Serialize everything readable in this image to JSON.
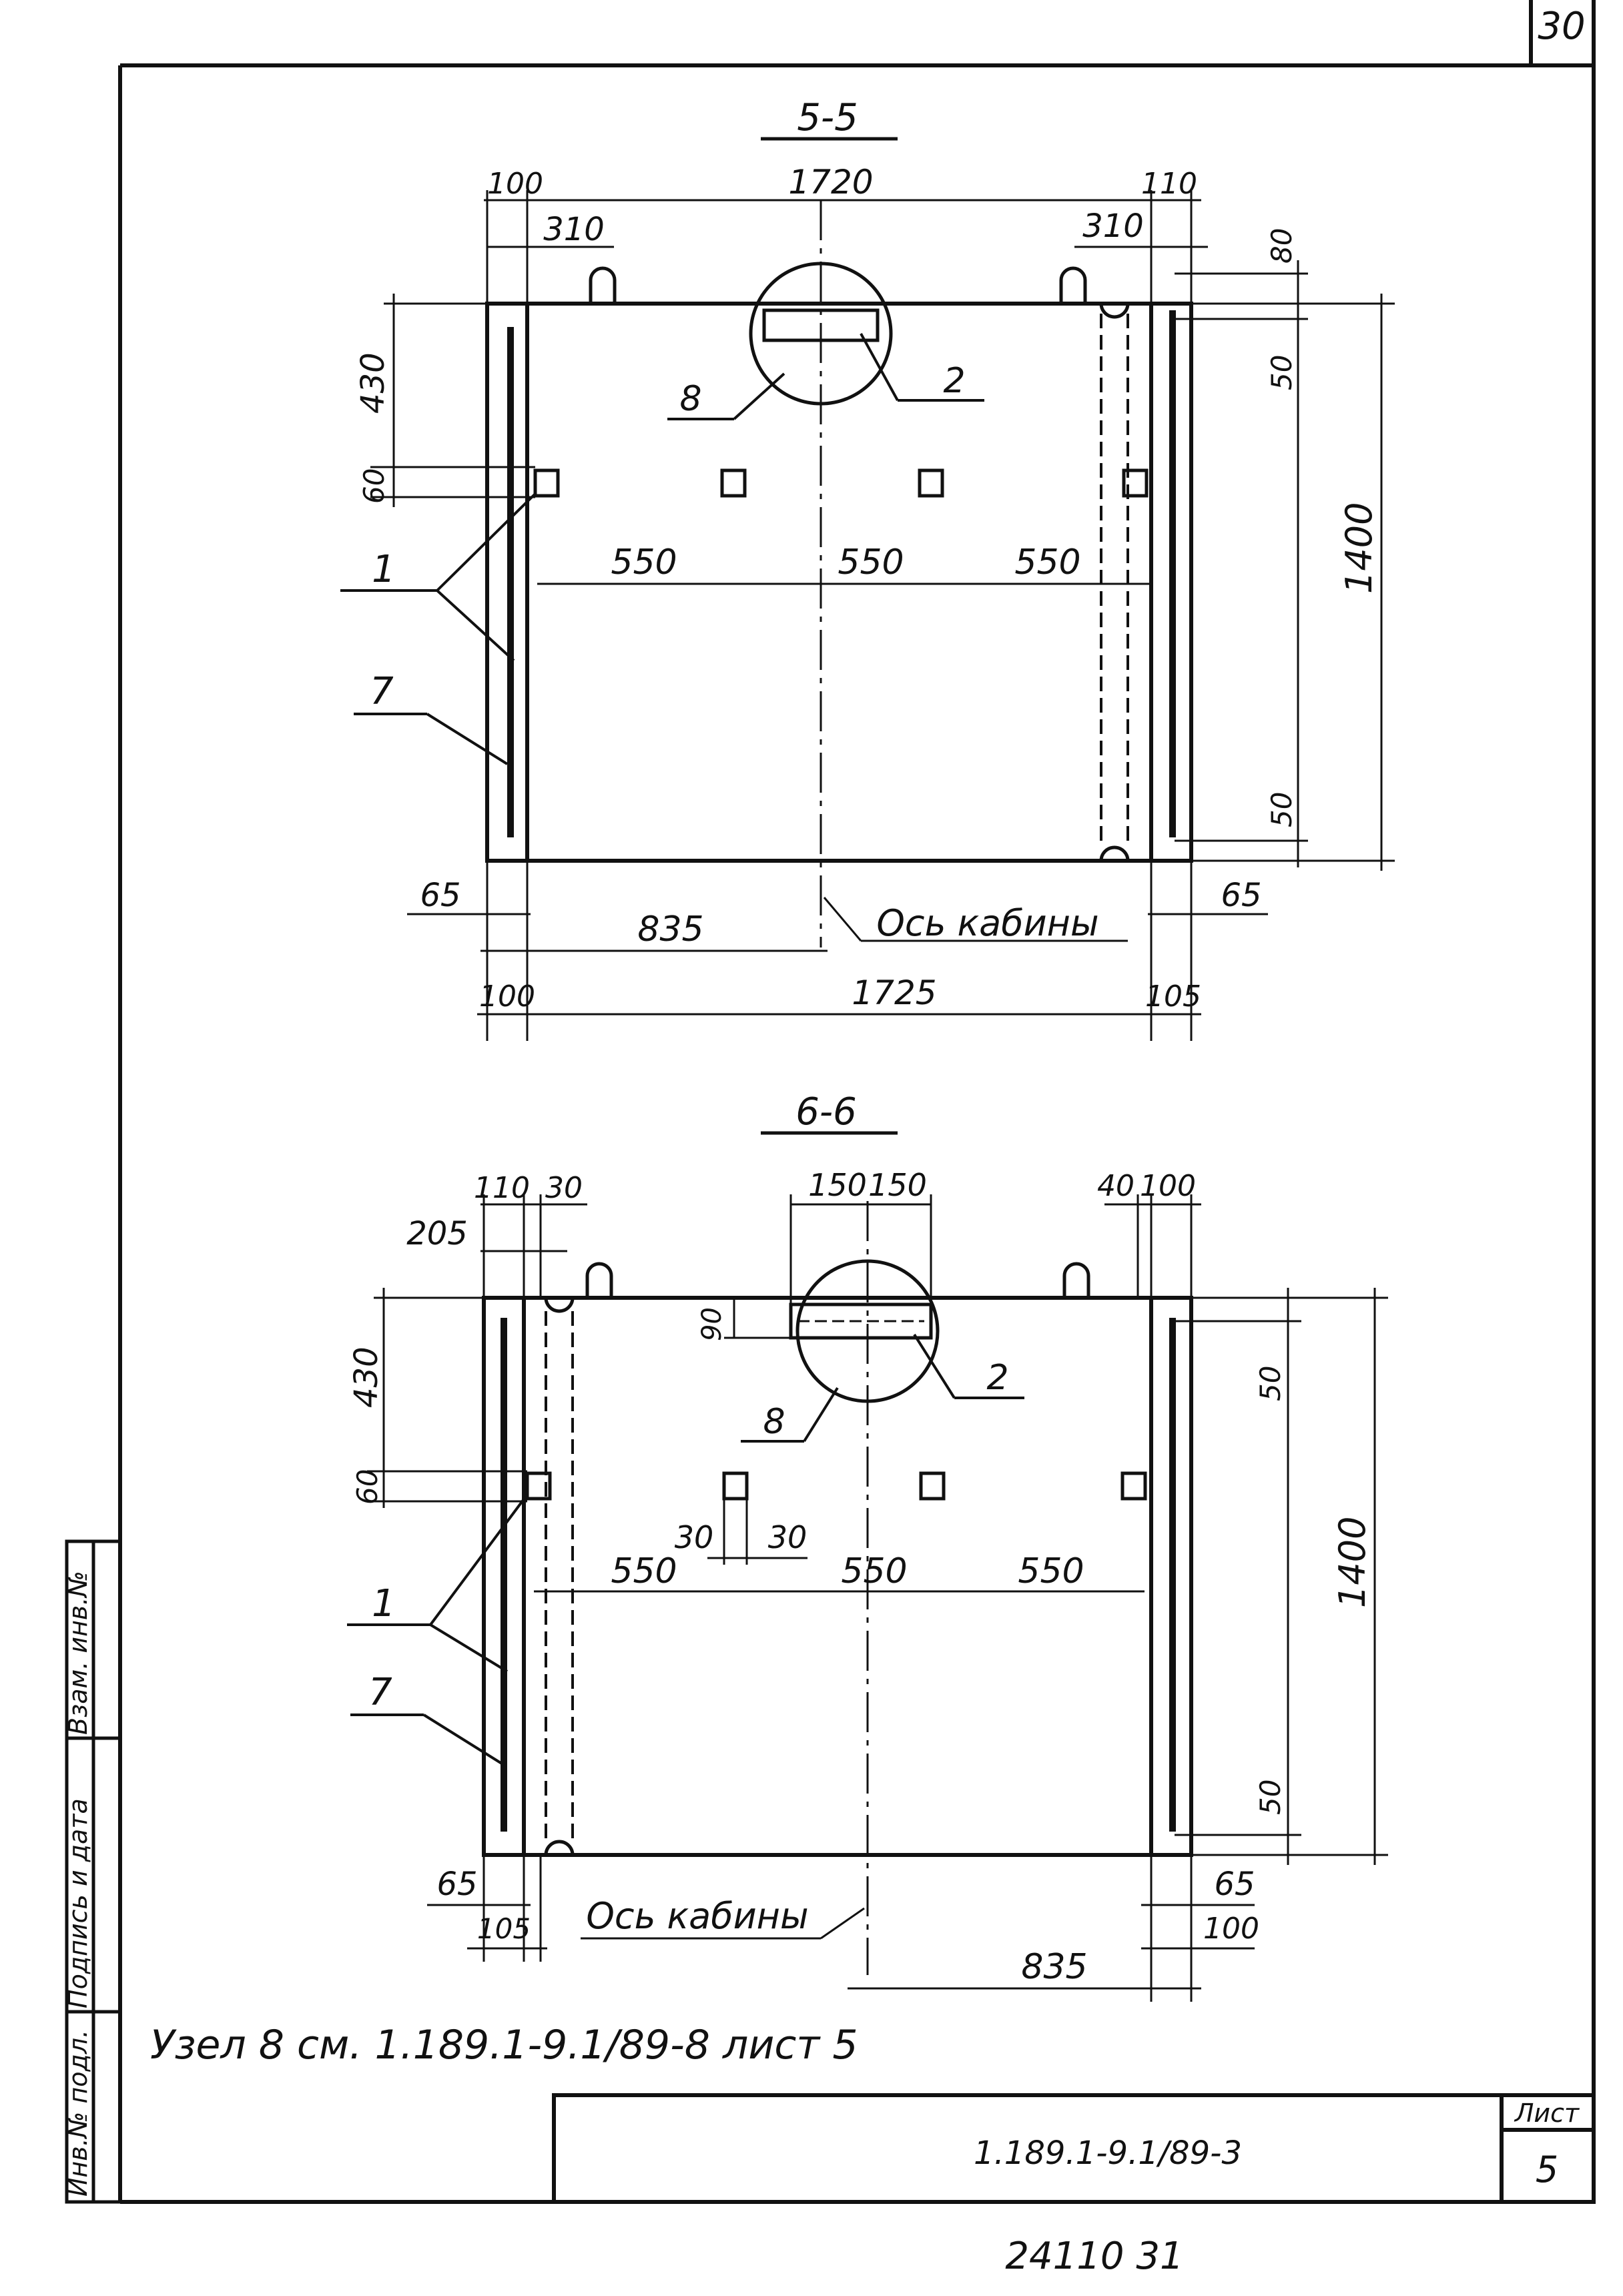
{
  "sheet": {
    "corner_number": "30",
    "bottom_number": "24110 31",
    "note": "Узел 8 см. 1.189.1-9.1/89-8 лист 5",
    "stamp": {
      "doc_code": "1.189.1-9.1/89-3",
      "sheet_label": "Лист",
      "sheet_number": "5"
    },
    "side_box": {
      "col1": "Инв.№ подл.",
      "col2": "Подпись и дата",
      "col3": "Взам. инв.№"
    }
  },
  "section_5": {
    "title": "5-5",
    "dims_top": {
      "d100": "100",
      "d1720": "1720",
      "d110": "110",
      "d310_left": "310",
      "d310_right": "310",
      "d80": "80"
    },
    "dims_left": {
      "d430": "430",
      "d60": "60"
    },
    "dims_right": {
      "d50_top": "50",
      "d1400": "1400",
      "d50_bottom": "50"
    },
    "dims_mid": {
      "d550_a": "550",
      "d550_b": "550",
      "d550_c": "550"
    },
    "dims_bottom": {
      "d65_left": "65",
      "d65_right": "65",
      "d835": "835",
      "d100": "100",
      "d1725": "1725",
      "d105": "105"
    },
    "axis_label": "Ось кабины",
    "callouts": {
      "c1": "1",
      "c2": "2",
      "c7": "7",
      "c8": "8"
    }
  },
  "section_6": {
    "title": "6-6",
    "dims_top": {
      "d110": "110",
      "d30": "30",
      "d205": "205",
      "d150_a": "150",
      "d150_b": "150",
      "d40": "40",
      "d100": "100",
      "d90": "90"
    },
    "dims_left": {
      "d430": "430",
      "d60": "60"
    },
    "dims_right": {
      "d50_top": "50",
      "d1400": "1400",
      "d50_bottom": "50"
    },
    "dims_mid": {
      "d30_a": "30",
      "d30_b": "30",
      "d550_a": "550",
      "d550_b": "550",
      "d550_c": "550"
    },
    "dims_bottom": {
      "d65_left": "65",
      "d105": "105",
      "d65_right": "65",
      "d100": "100",
      "d835": "835"
    },
    "axis_label": "Ось кабины",
    "callouts": {
      "c1": "1",
      "c2": "2",
      "c7": "7",
      "c8": "8"
    }
  }
}
